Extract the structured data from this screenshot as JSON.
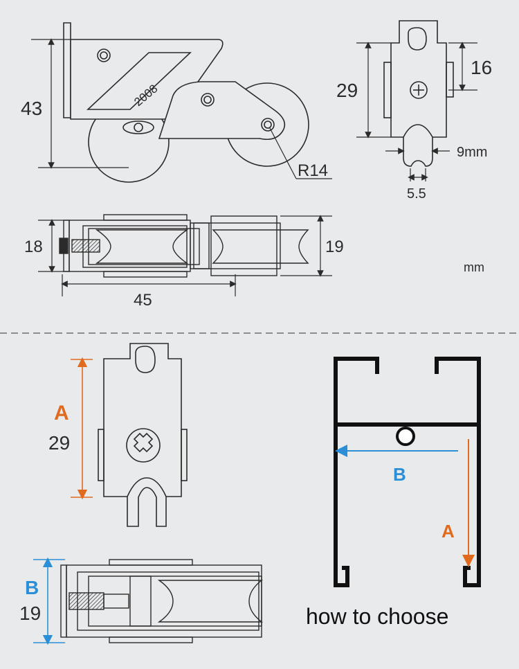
{
  "top_views": {
    "side_height": "43",
    "radius": "R14",
    "model_stamp": "2008",
    "front_height": "29",
    "front_upper": "16",
    "wheel_width": "9mm",
    "groove_width": "5.5",
    "top_height_left": "18",
    "top_height_right": "19",
    "top_length": "45",
    "unit": "mm"
  },
  "bottom_views": {
    "label_a": "A",
    "label_b": "B",
    "front_height": "29",
    "top_height": "19",
    "profile_label_a": "A",
    "profile_label_b": "B",
    "caption": "how to choose"
  },
  "colors": {
    "accent_a": "#e06a1e",
    "accent_b": "#2a8fd6",
    "line": "#2b2b2b",
    "background": "#e9eaec"
  }
}
